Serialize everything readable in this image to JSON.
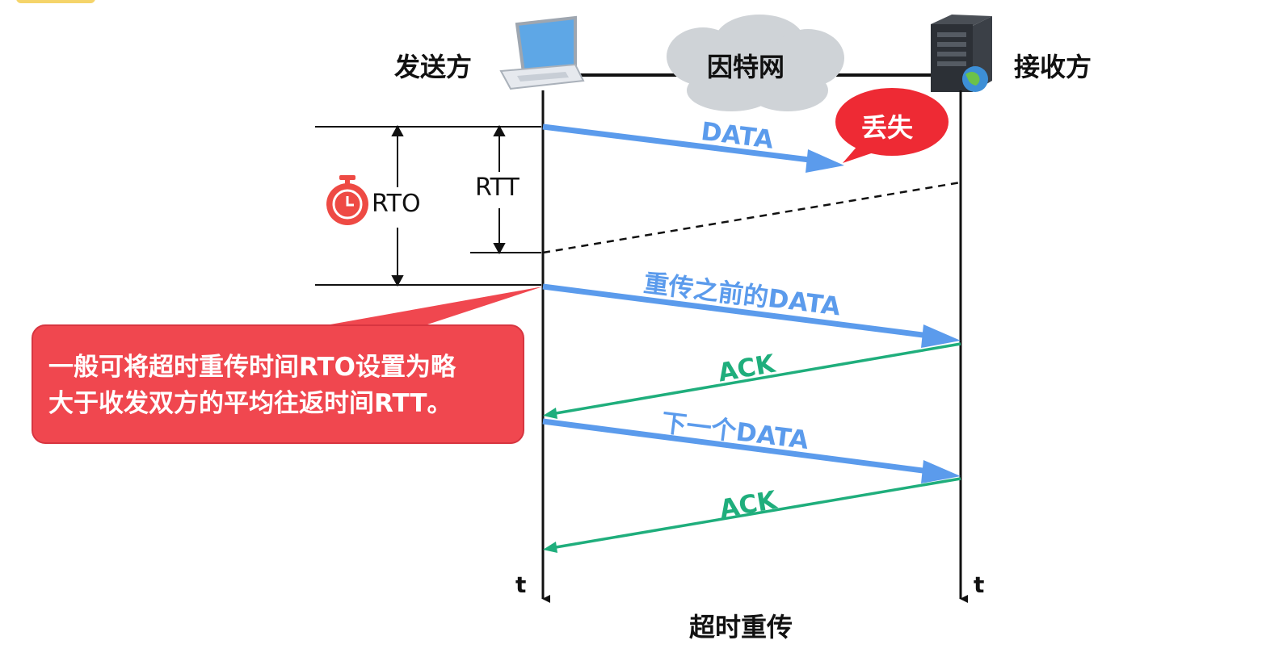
{
  "sender": "发送方",
  "receiver": "接收方",
  "network": "因特网",
  "loss_label": "丢失",
  "rtt_label": "RTT",
  "rto_label": "RTO",
  "time_axis_label": "t",
  "caption": "超时重传",
  "note": {
    "line1": "一般可将超时重传时间RTO设置为略",
    "line2": "大于收发双方的平均往返时间RTT。"
  },
  "messages": [
    {
      "label": "DATA",
      "direction": "sender-to-receiver",
      "lost": true
    },
    {
      "label": "重传之前的DATA",
      "direction": "sender-to-receiver"
    },
    {
      "label": "ACK",
      "direction": "receiver-to-sender"
    },
    {
      "label": "下一个DATA",
      "direction": "sender-to-receiver"
    },
    {
      "label": "ACK",
      "direction": "receiver-to-sender"
    }
  ],
  "colors": {
    "data_arrow": "#5b9bec",
    "ack_arrow": "#1fae7c",
    "note_bg": "#f0474f",
    "loss_bubble": "#ee2a34",
    "timer": "#ee4a44"
  },
  "icons": [
    "laptop-icon",
    "cloud-icon",
    "server-icon",
    "stopwatch-icon"
  ]
}
